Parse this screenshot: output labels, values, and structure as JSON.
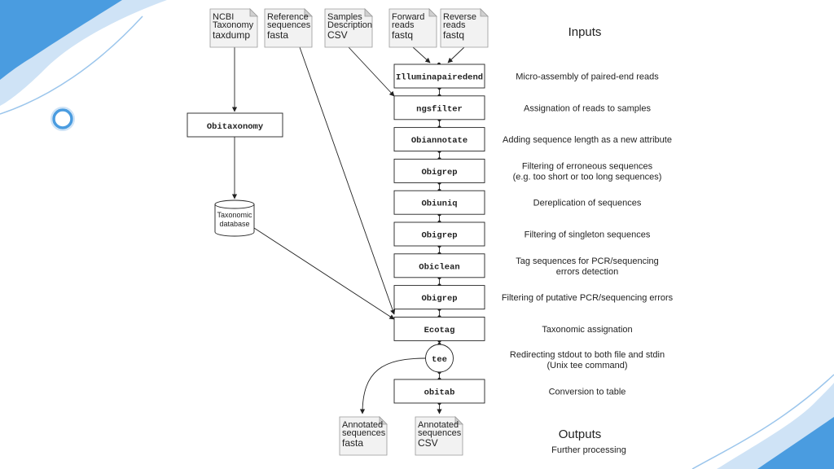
{
  "diagram": {
    "inputs_title": "Inputs",
    "outputs_title": "Outputs",
    "outputs_desc": "Further processing",
    "input_docs": [
      {
        "lines": [
          "NCBI",
          "Taxonomy"
        ],
        "ext": "taxdump"
      },
      {
        "lines": [
          "Reference",
          "sequences"
        ],
        "ext": "fasta"
      },
      {
        "lines": [
          "Samples",
          "Description"
        ],
        "ext": "CSV"
      },
      {
        "lines": [
          "Forward",
          "reads"
        ],
        "ext": "fastq"
      },
      {
        "lines": [
          "Reverse",
          "reads"
        ],
        "ext": "fastq"
      }
    ],
    "taxonomy_step": "Obitaxonomy",
    "database_lines": [
      "Taxonomic",
      "database"
    ],
    "pipeline": [
      {
        "cmd": "Illuminapairedend",
        "desc": [
          "Micro-assembly of paired-end reads"
        ]
      },
      {
        "cmd": "ngsfilter",
        "desc": [
          "Assignation of reads to samples"
        ]
      },
      {
        "cmd": "Obiannotate",
        "desc": [
          "Adding sequence length as a new attribute"
        ]
      },
      {
        "cmd": "Obigrep",
        "desc": [
          "Filtering of erroneous sequences",
          "(e.g. too short or too long sequences)"
        ]
      },
      {
        "cmd": "Obiuniq",
        "desc": [
          "Dereplication of sequences"
        ]
      },
      {
        "cmd": "Obigrep",
        "desc": [
          "Filtering of singleton sequences"
        ]
      },
      {
        "cmd": "Obiclean",
        "desc": [
          "Tag sequences for PCR/sequencing",
          "errors detection"
        ]
      },
      {
        "cmd": "Obigrep",
        "desc": [
          "Filtering of putative PCR/sequencing  errors"
        ]
      },
      {
        "cmd": "Ecotag",
        "desc": [
          "Taxonomic assignation"
        ]
      }
    ],
    "tee": {
      "cmd": "tee",
      "desc": [
        "Redirecting stdout to both file and stdin",
        "(Unix tee command)"
      ]
    },
    "obitab": {
      "cmd": "obitab",
      "desc": [
        "Conversion to table"
      ]
    },
    "output_docs": [
      {
        "lines": [
          "Annotated",
          "sequences"
        ],
        "ext": "fasta"
      },
      {
        "lines": [
          "Annotated",
          "sequences"
        ],
        "ext": "CSV"
      }
    ],
    "colors": {
      "ink": "#222222",
      "doc_fill": "#f2f2f2",
      "doc_fold": "#d0d0d0",
      "accent": "#3d8fd6",
      "accent_light": "#bcd9f2"
    }
  }
}
